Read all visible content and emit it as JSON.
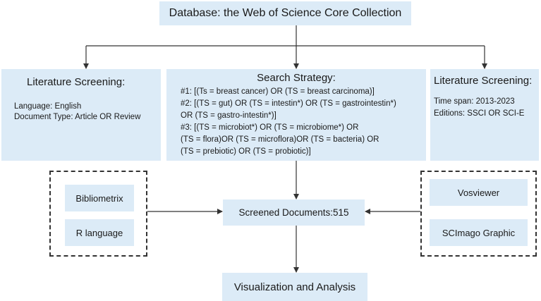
{
  "database": {
    "label": "Database: the Web of Science Core Collection"
  },
  "left_screening": {
    "title": "Literature Screening:",
    "lines": [
      "Language: English",
      "Document Type: Article OR Review"
    ]
  },
  "search_strategy": {
    "title": "Search Strategy:",
    "lines": [
      "#1: [(Ts = breast cancer) OR (TS = breast carcinoma)]",
      "#2: [(TS = gut) OR (TS = intestin*) OR (TS = gastrointestin*)",
      "OR (TS = gastro-intestin*)]",
      "#3: [(TS = microbiot*) OR (TS = microbiome*) OR",
      "(TS = flora)OR (TS = microflora)OR (TS = bacteria) OR",
      "(TS = prebiotic) OR (TS = probiotic)]"
    ]
  },
  "right_screening": {
    "title": "Literature Screening:",
    "lines": [
      "Time span: 2013-2023",
      "Editions: SSCI OR SCI-E"
    ]
  },
  "screened": {
    "label": "Screened Documents:515"
  },
  "visualization": {
    "label": "Visualization and Analysis"
  },
  "tools_left": [
    "Bibliometrix",
    "R language"
  ],
  "tools_right": [
    "Vosviewer",
    "SCImago Graphic"
  ],
  "colors": {
    "box_fill": "#dcebf7",
    "line": "#333333"
  }
}
